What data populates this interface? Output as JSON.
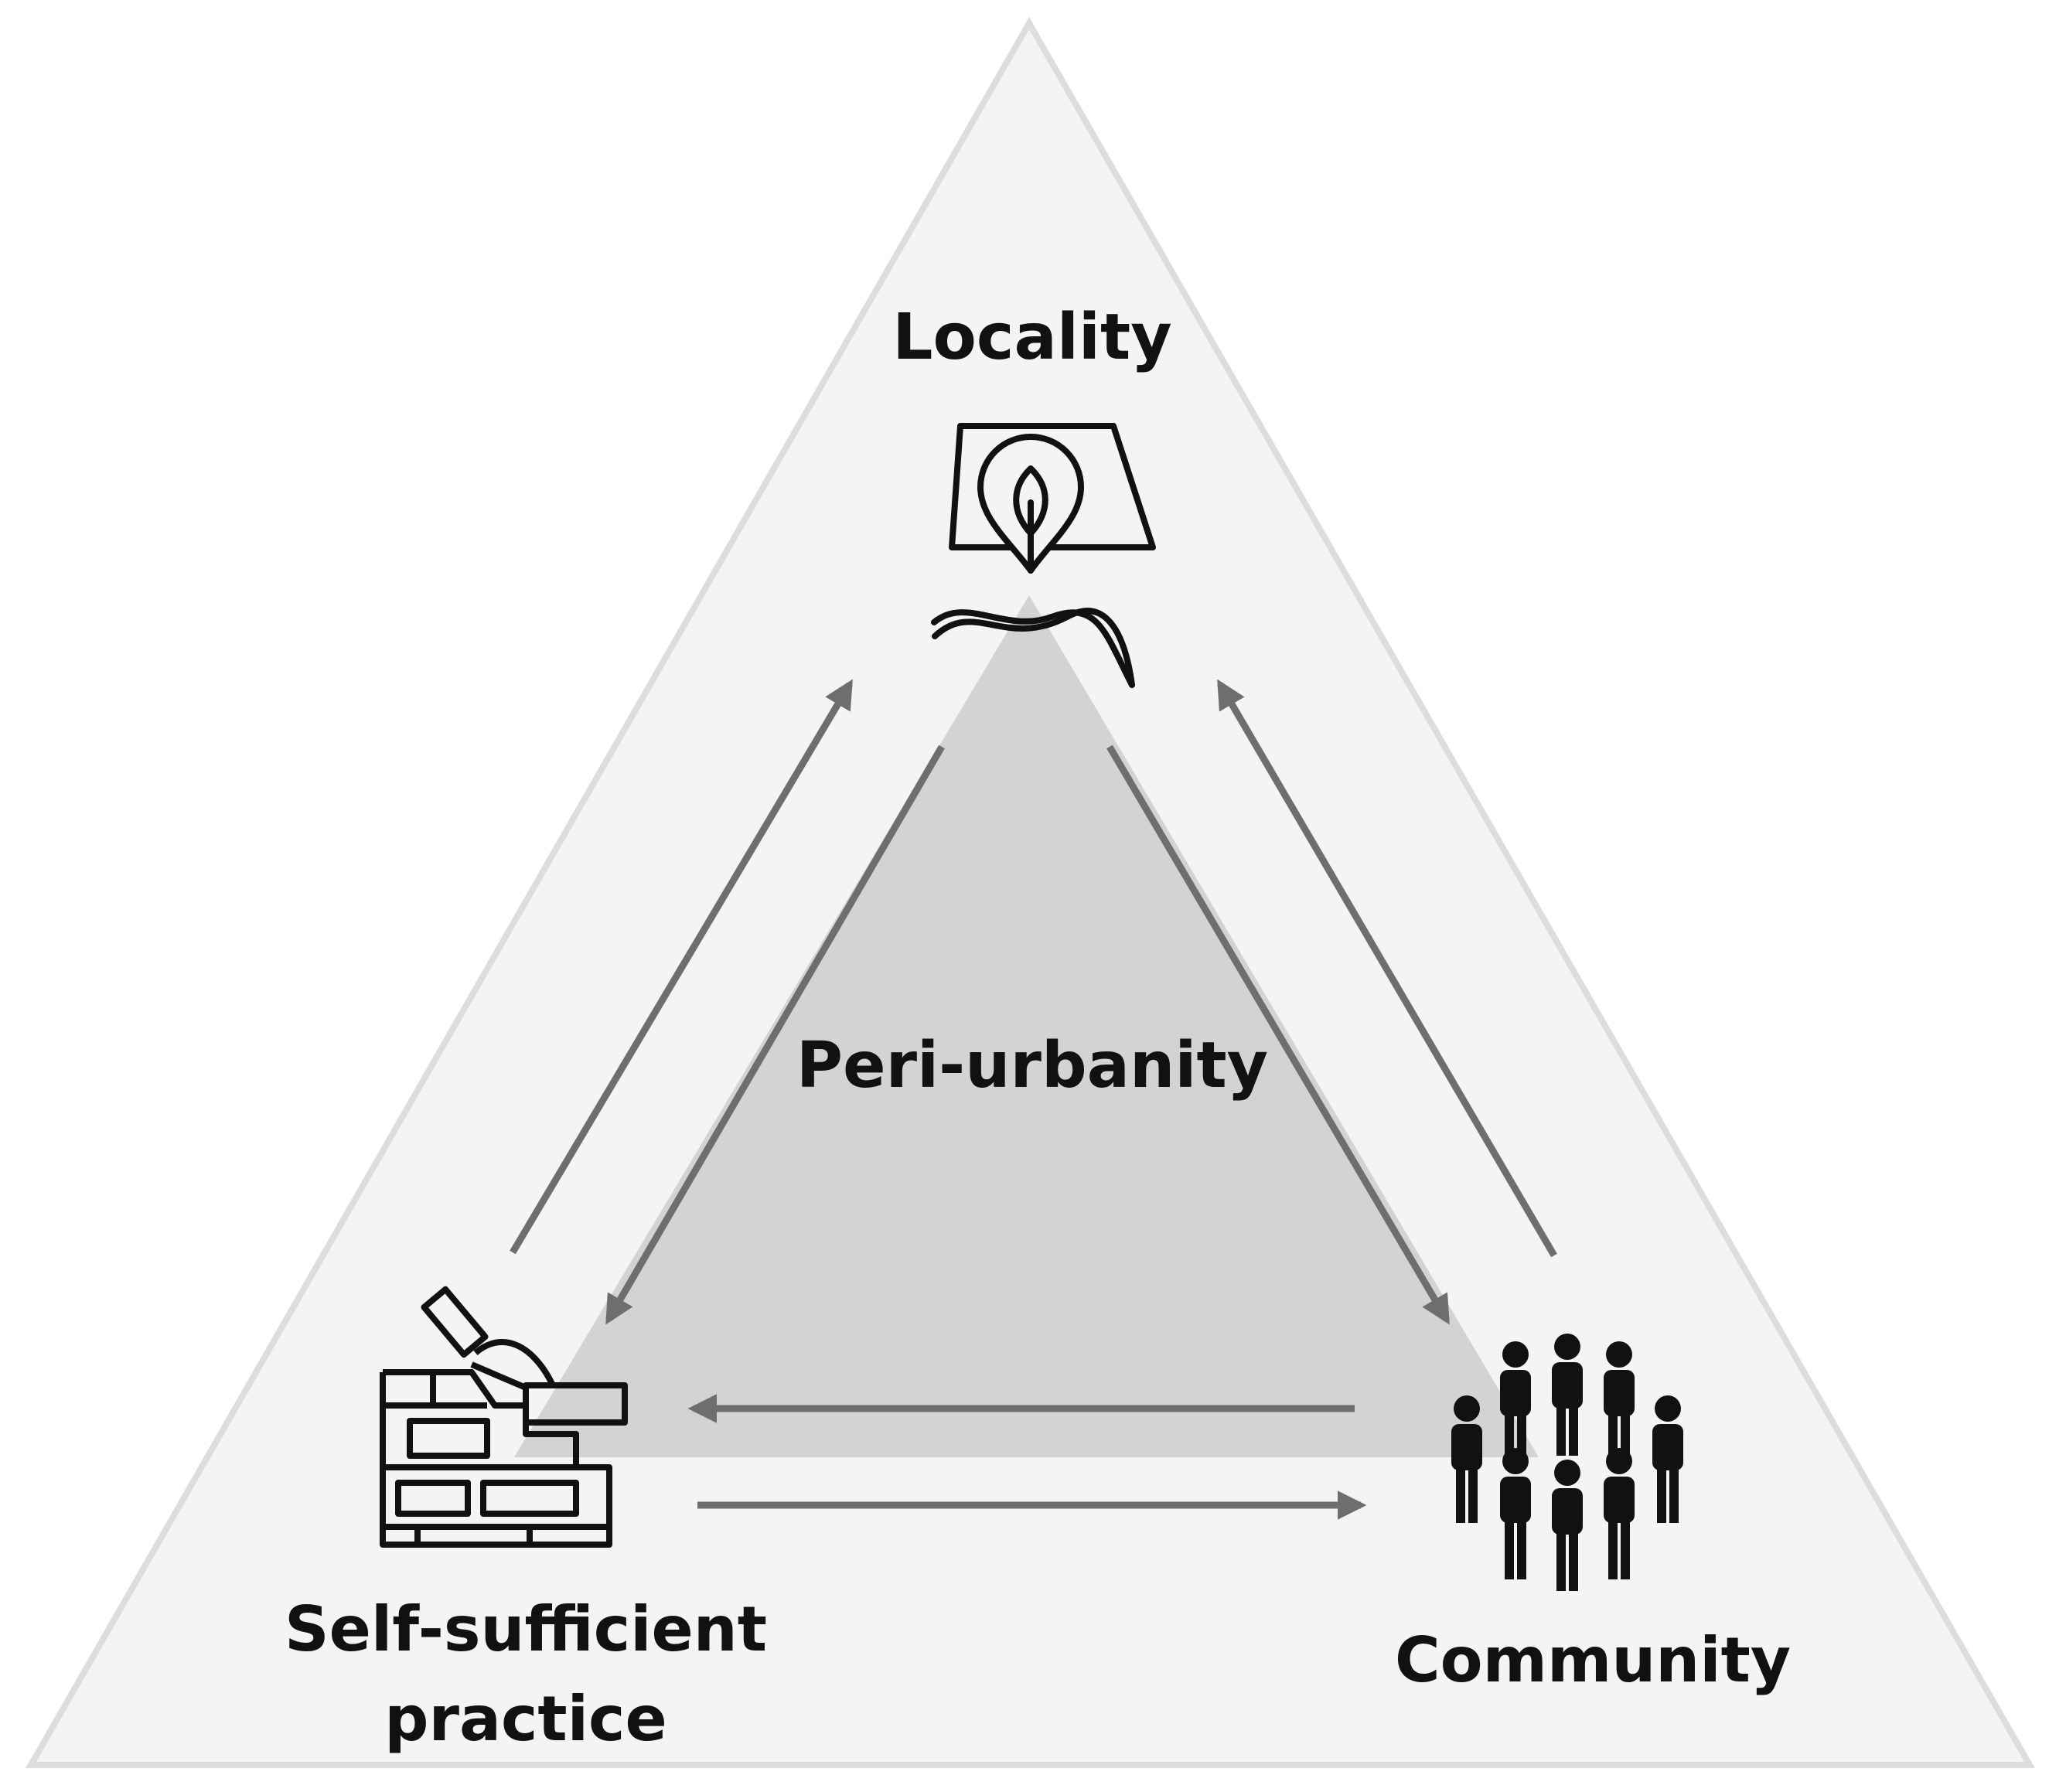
{
  "diagram": {
    "center_label": "Peri-urbanity",
    "nodes": {
      "top": {
        "label": "Locality",
        "icon": "map-location-leaf-icon"
      },
      "bottom_left": {
        "label_line1": "Self-sufficient",
        "label_line2": "practice",
        "icon": "brick-wall-trowel-icon"
      },
      "bottom_right": {
        "label": "Community",
        "icon": "people-group-icon"
      }
    },
    "arrows": [
      {
        "from": "Self-sufficient practice",
        "to": "Locality"
      },
      {
        "from": "Locality",
        "to": "Self-sufficient practice"
      },
      {
        "from": "Locality",
        "to": "Community"
      },
      {
        "from": "Community",
        "to": "Locality"
      },
      {
        "from": "Community",
        "to": "Self-sufficient practice"
      },
      {
        "from": "Self-sufficient practice",
        "to": "Community"
      }
    ],
    "colors": {
      "outer_fill": "#f3f4f4",
      "outer_stroke": "#dcdedd",
      "inner_fill": "#d3d3d3",
      "arrow": "#6e6e6e",
      "icon": "#111111",
      "text": "#111111"
    }
  }
}
